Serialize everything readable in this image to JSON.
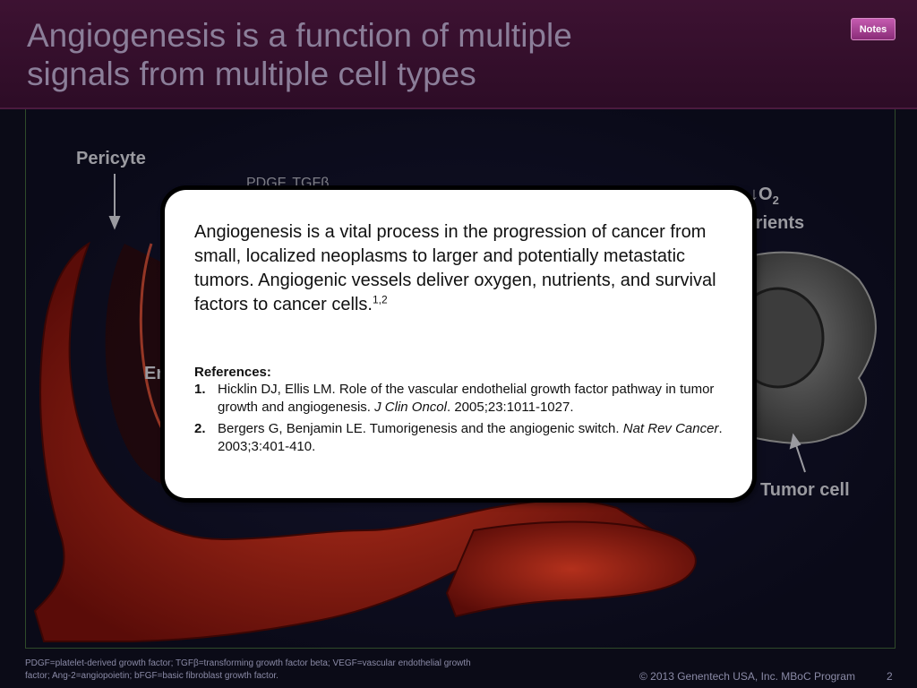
{
  "slide": {
    "title_line1": "Angiogenesis is a function of multiple",
    "title_line2": "signals from multiple cell types",
    "notes_button_label": "Notes"
  },
  "figure": {
    "labels": {
      "pericyte": "Pericyte",
      "tumor_cell": "Tumor cell",
      "endothelial_partial": "En",
      "growth_factors_partial": "PDGF, TGFβ",
      "oxygen_prefix": "↓O",
      "oxygen_subscript": "2",
      "nutrients_partial": "trients"
    }
  },
  "notes_popup": {
    "body": "Angiogenesis is a vital process in the progression of cancer from small, localized neoplasms to larger and potentially metastatic tumors.  Angiogenic vessels deliver oxygen, nutrients, and survival factors to cancer cells.",
    "body_citation": "1,2",
    "references_heading": "References:",
    "references": [
      {
        "number": "1.",
        "authors_title": "Hicklin DJ, Ellis LM. Role of the vascular endothelial growth factor pathway in tumor growth and angiogenesis. ",
        "journal": "J Clin Oncol",
        "details": ". 2005;23:1011-1027."
      },
      {
        "number": "2.",
        "authors_title": "Bergers G, Benjamin LE. Tumorigenesis and the angiogenic switch. ",
        "journal": "Nat Rev Cancer",
        "details": ". 2003;3:401-410."
      }
    ]
  },
  "footer": {
    "footnote": "PDGF=platelet-derived growth factor; TGFβ=transforming growth factor beta; VEGF=vascular endothelial growth factor; Ang-2=angiopoietin; bFGF=basic fibroblast growth factor.",
    "copyright": "© 2013 Genentech USA, Inc. MBoC Program",
    "page_number": "2"
  },
  "colors": {
    "header_bg": "#2d0c26",
    "title_text": "#8b7e99",
    "notes_button": "#a8429a",
    "vessel_red": "#8e1a10",
    "tumor_gray": "#5a5a5a",
    "footer_text": "#8a8aa6"
  }
}
